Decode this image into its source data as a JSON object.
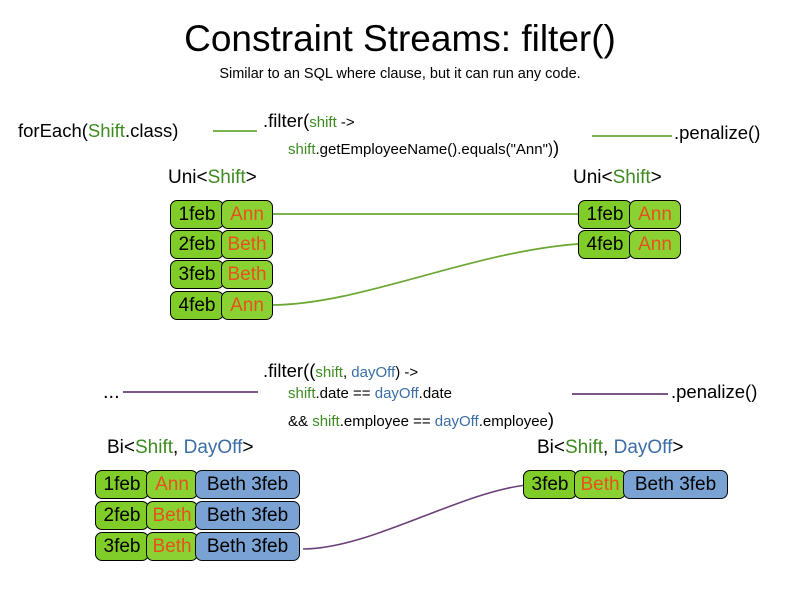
{
  "slide": {
    "title": "Constraint Streams: filter()",
    "subtitle": "Similar to an SQL where clause, but it can run any code."
  },
  "colors": {
    "green_fill": "#80cc28",
    "green_fill_light": "#8ad232",
    "blue_fill": "#7aa3d4",
    "name_text": "#e8501e",
    "green_text": "#3d8b20",
    "blue_text": "#3a6ea5",
    "green_wire": "#6aa832",
    "purple_wire": "#6b3f7a"
  },
  "uni_pipeline": {
    "source": {
      "prefix": "forEach(",
      "type": "Shift",
      "suffix": ".class)"
    },
    "filter": {
      "head_call": ".filter(",
      "param": "shift",
      "arrow": " ->",
      "body_var": "shift",
      "body_rest": ".getEmployeeName().equals(\"Ann\")",
      "close_paren": ")"
    },
    "terminal": ".penalize()",
    "input_label": {
      "prefix": "Uni<",
      "type": "Shift",
      "suffix": ">"
    },
    "output_label": {
      "prefix": "Uni<",
      "type": "Shift",
      "suffix": ">"
    },
    "input_rows": [
      {
        "date": "1feb",
        "name": "Ann"
      },
      {
        "date": "2feb",
        "name": "Beth"
      },
      {
        "date": "3feb",
        "name": "Beth"
      },
      {
        "date": "4feb",
        "name": "Ann"
      }
    ],
    "output_rows": [
      {
        "date": "1feb",
        "name": "Ann"
      },
      {
        "date": "4feb",
        "name": "Ann"
      }
    ]
  },
  "bi_pipeline": {
    "source": "...",
    "filter": {
      "head_call": ".filter((",
      "param1": "shift",
      "comma": ", ",
      "param2": "dayOff",
      "arrow": ") ->",
      "line2_var1": "shift",
      "line2_mid": ".date == ",
      "line2_var2": "dayOff",
      "line2_end": ".date",
      "line3_op": "&& ",
      "line3_var1": "shift",
      "line3_mid": ".employee == ",
      "line3_var2": "dayOff",
      "line3_end": ".employee",
      "close_paren": ")"
    },
    "terminal": ".penalize()",
    "input_label": {
      "prefix": "Bi<",
      "type1": "Shift",
      "comma": ", ",
      "type2": "DayOff",
      "suffix": ">"
    },
    "output_label": {
      "prefix": "Bi<",
      "type1": "Shift",
      "comma": ", ",
      "type2": "DayOff",
      "suffix": ">"
    },
    "input_rows": [
      {
        "date": "1feb",
        "name": "Ann",
        "dayoff": "Beth 3feb"
      },
      {
        "date": "2feb",
        "name": "Beth",
        "dayoff": "Beth 3feb"
      },
      {
        "date": "3feb",
        "name": "Beth",
        "dayoff": "Beth 3feb"
      }
    ],
    "output_rows": [
      {
        "date": "3feb",
        "name": "Beth",
        "dayoff": "Beth 3feb"
      }
    ]
  }
}
